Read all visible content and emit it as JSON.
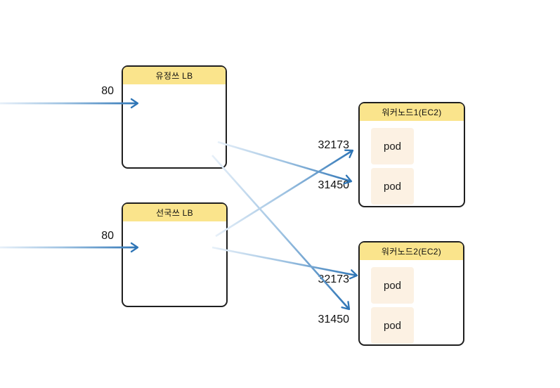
{
  "page": {
    "background": "#ffffff"
  },
  "colors": {
    "node_header_fill": "#FAE48C",
    "node_border": "#1f1f1f",
    "pod_fill": "#FCF1E3",
    "arrow_gradient_start": "#E7F0F9",
    "arrow_gradient_end": "#2E75B6",
    "label_text": "#111111"
  },
  "diagram": {
    "lb1": {
      "title": "유정쓰 LB",
      "in_port": "80"
    },
    "lb2": {
      "title": "선국쓰 LB",
      "in_port": "80"
    },
    "worker1": {
      "title": "워커노드1(EC2)",
      "pods": [
        "pod",
        "pod"
      ],
      "port_top": "32173",
      "port_bottom": "31450"
    },
    "worker2": {
      "title": "워커노드2(EC2)",
      "pods": [
        "pod",
        "pod"
      ],
      "port_top": "32173",
      "port_bottom": "31450"
    }
  },
  "connections": [
    {
      "from": "external",
      "to": "lb1",
      "port": "80"
    },
    {
      "from": "external",
      "to": "lb2",
      "port": "80"
    },
    {
      "from": "lb1",
      "to": "worker1",
      "port": "31450"
    },
    {
      "from": "lb1",
      "to": "worker2",
      "port": "31450"
    },
    {
      "from": "lb2",
      "to": "worker1",
      "port": "32173"
    },
    {
      "from": "lb2",
      "to": "worker2",
      "port": "32173"
    }
  ]
}
